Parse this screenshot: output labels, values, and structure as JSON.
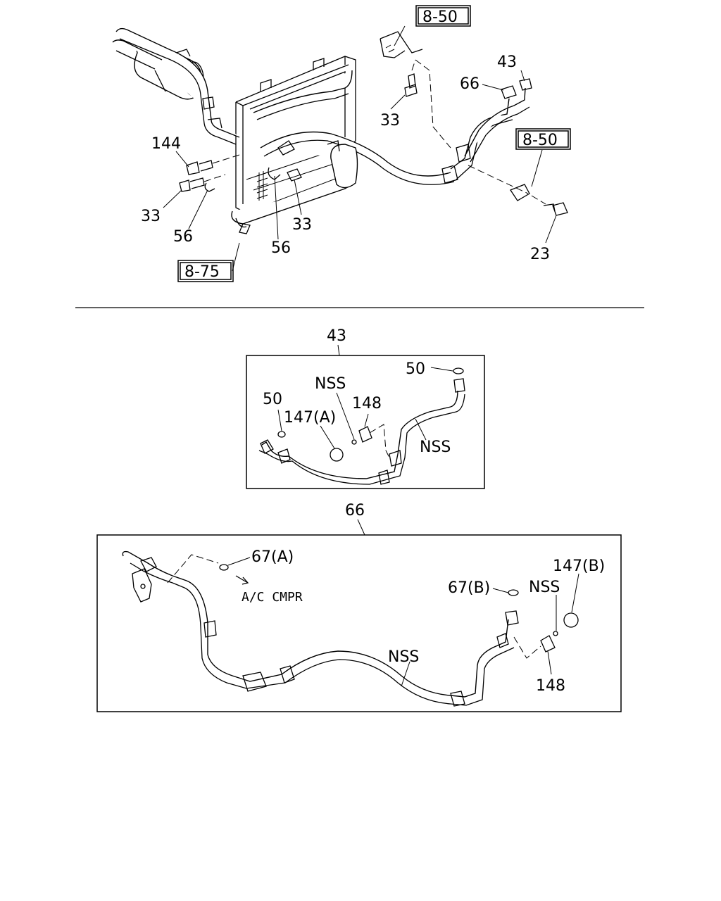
{
  "refs": {
    "r850a": "8-50",
    "r850b": "8-50",
    "r875": "8-75"
  },
  "callouts": {
    "c43_top": "43",
    "c66_top": "66",
    "c33_a": "33",
    "c144": "144",
    "c33_b": "33",
    "c56_a": "56",
    "c56_b": "56",
    "c33_c": "33",
    "c23": "23"
  },
  "detail43": {
    "title": "43",
    "c50_right": "50",
    "c50_left": "50",
    "nss_top": "NSS",
    "c148": "148",
    "c147a": "147(A)",
    "nss_right": "NSS"
  },
  "detail66": {
    "title": "66",
    "c67a": "67(A)",
    "acmpr": "A/C CMPR",
    "c67b": "67(B)",
    "nss_a": "NSS",
    "c147b": "147(B)",
    "nss_b": "NSS",
    "c148": "148"
  }
}
